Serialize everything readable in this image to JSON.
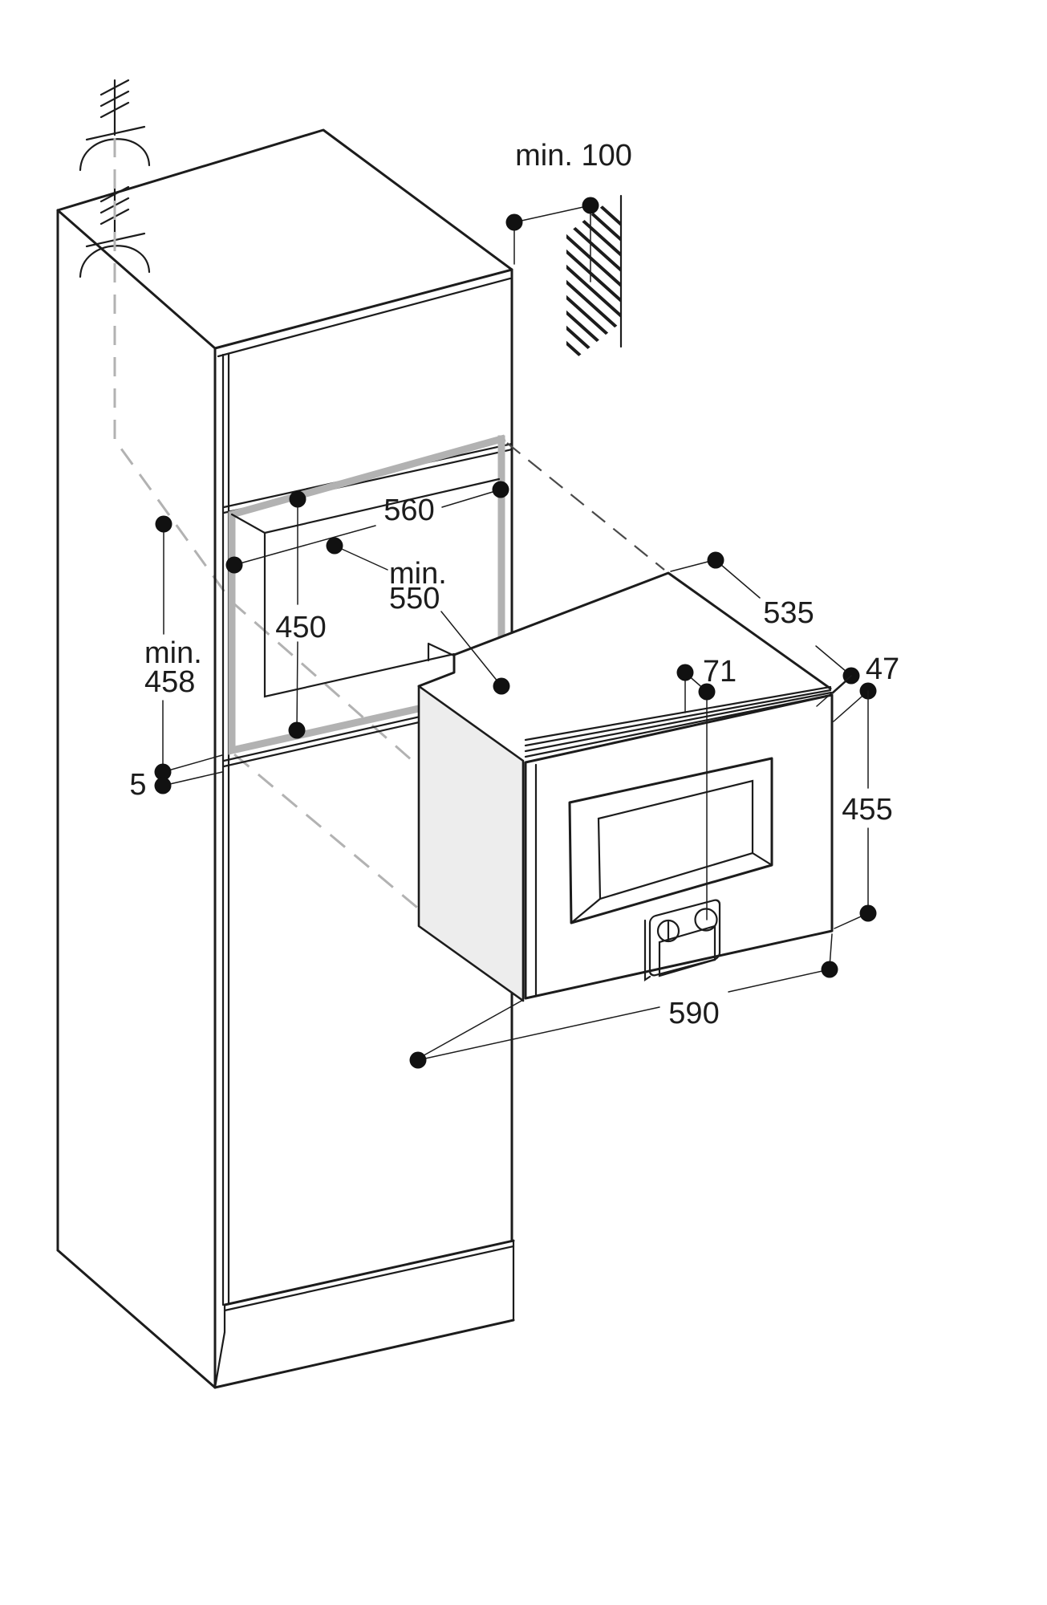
{
  "figure": {
    "kind": "appliance installation dimension diagram",
    "subject": "built-in compact oven in tall cabinet niche",
    "background_color": "#ffffff",
    "line_color": "#1c1c1c",
    "niche_highlight_color": "#b2b2b2",
    "appliance_side_fill": "#ededed"
  },
  "labels": {
    "min100": "min. 100",
    "w560": "560",
    "min550a": "min.",
    "min550b": "550",
    "h450": "450",
    "min458a": "min.",
    "min458b": "458",
    "gap5": "5",
    "d535": "535",
    "f47": "47",
    "k71": "71",
    "h455": "455",
    "w590": "590"
  },
  "dimensions_mm": {
    "wall_clearance_min": "min. 100",
    "niche_width": "560",
    "niche_depth_min": "min. 550",
    "niche_height": "450",
    "front_height_min": "min. 458",
    "bottom_gap": "5",
    "appliance_depth": "535",
    "frame_protrusion": "47",
    "control_offset": "71",
    "appliance_height": "455",
    "appliance_width": "590"
  }
}
